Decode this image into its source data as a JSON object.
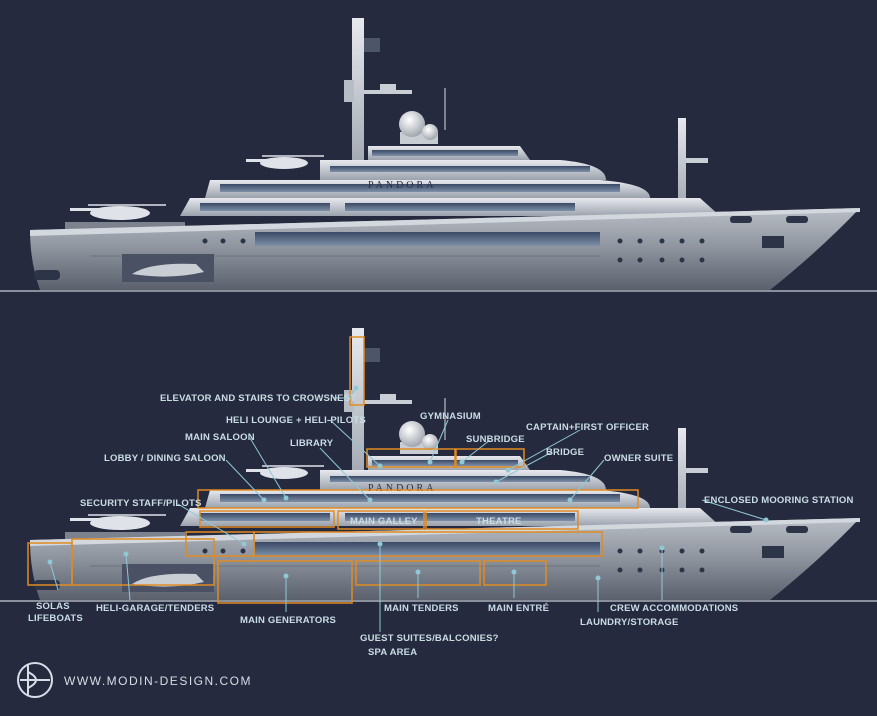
{
  "colors": {
    "background": "#262a3e",
    "label_text": "#c9dde6",
    "callout_line": "#8fc9d6",
    "highlight_box": "#e08b22",
    "hull": "#9aa0aa",
    "waterline": "#c6ccd5"
  },
  "yacht_name": "PANDORA",
  "labels": {
    "elevator": "ELEVATOR AND STAIRS TO CROWSNEST",
    "heli_lounge": "HELI LOUNGE + HELI-PILOTS",
    "gymnasium": "GYMNASIUM",
    "captain": "CAPTAIN+FIRST OFFICER",
    "main_saloon": "MAIN SALOON",
    "library": "LIBRARY",
    "sunbridge": "SUNBRIDGE",
    "bridge": "BRIDGE",
    "lobby": "LOBBY / DINING SALOON",
    "owner_suite": "OWNER SUITE",
    "security": "SECURITY STAFF/PILOTS",
    "enclosed_mooring": "ENCLOSED MOORING STATION",
    "main_galley": "MAIN GALLEY",
    "theatre": "THEATRE",
    "solas_1": "SOLAS",
    "solas_2": "LIFEBOATS",
    "heli_garage": "HELI-GARAGE/TENDERS",
    "main_generators": "MAIN GENERATORS",
    "main_tenders": "MAIN TENDERS",
    "main_entre": "MAIN ENTRÉ",
    "crew": "CREW ACCOMMODATIONS",
    "laundry": "LAUNDRY/STORAGE",
    "guest_suites": "GUEST SUITES/BALCONIES?",
    "spa": "SPA AREA"
  },
  "footer": {
    "website": "WWW.MODIN-DESIGN.COM",
    "logo_icon": "modin-design-logo-icon"
  }
}
